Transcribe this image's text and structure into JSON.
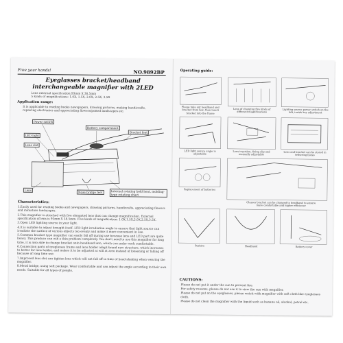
{
  "left_page": {
    "tagline": "Free your hands!",
    "model": "NO.9892BP",
    "title_line1": "Eyeglasses bracket/headband",
    "title_line2": "interchangeable magnifier with 2LED",
    "spec_line1": "Lens external specification:93mm X 38.5mm",
    "spec_line2": "5 kinds of magnifications: 1.0X, 1.5X, 2.0X, 2.5X, 3.5X",
    "application_heading": "Application range:",
    "application_text": "It is applicable to reading books newspapers, drawing pictures, making handicrafts, repairing electronics and appreciating flowers/potted landscapes etc.",
    "labels": {
      "power_switch": "Power switch",
      "led_light": "LED light",
      "lens_slot": "Lens slot",
      "lens": "Lens",
      "battery_compartment": "Battery compartment",
      "bracket_leg": "Bracket feet",
      "nose_bridge": "Nose bridge feet",
      "internal_rotating": "Internal rotating bold heat, molding-type rotating chart"
    },
    "characteristics_heading": "Characteristics:",
    "characteristics": [
      "1.Easily used for reading books and newspapers, drawing pictures, handicrafts, appreciating flowers and miniature landscapes.",
      "2.This magnifier is attached with five elongated lens that can change magnification. External specification of lens is 93mm X 38.5mm. Five kinds of magnification: 1.0X,1.5X,2.0X,2.5X,3.5X.",
      "3.Open LED lighting source in your light.",
      "4.It is suitable to adjust brought itself. LED light irradiation angle to ensure that light source can irradiate the surface of various objects too evenly and make it more convenient in use.",
      "5.Common bracket type magnifier can easily fall off during use because lens and LED part are quite heavy. This produce can wih a thin problem completely. You don't need to use this magnifier for long time, it is also able to change bracket onto headband into, which can make work comfortable.",
      "6.Connection parts of eyeglasses frame and lens holder adopt brand new structure, which increases to better for lens holder, and makes it to be adjusted at will at zero instead of loosening or falling off because of long time use.",
      "7.Improved lens slot can tighten lens which will not fall off in time of head-shaking when wearing the magnifier.",
      "8.Metal bridge, using soft package. Wear comfortable and can adjust the angle according to their own needs. Suitable for all types of people."
    ]
  },
  "right_page": {
    "guide_heading": "Operating guide:",
    "captions": {
      "c1": "Please take out headband and bracket from box, then insert bracket into the frame",
      "c2": "Lens of changing five kinds of different magnifications",
      "c3": "Lighting source power switch on the left, inside key adjustment",
      "c4": "LED light source angle is adjustable",
      "c5": "Lens insertion, fixing clip and manually adjustable",
      "c6": "Lens and bracket can be stored in tethering boxes",
      "c7": "Replacement of batteries",
      "c8": "Glasses bracket can be changed to headband to ensure more comfortable and higher efficiency"
    },
    "box_labels": {
      "positive": "Positive",
      "headband": "Headband",
      "battery_cover": "Battery cover"
    },
    "cautions_heading": "CAUTIONS:",
    "cautions": [
      "Please do not put it under the sun to prevent fire.",
      "For safety reasons, please do not use it to view the sun with magnifier.",
      "Please do not put on the eyeglasses, please watch with magnifier with soft cloth like eyeglasses cloth.",
      "Please do not clean the magnifier with the liquid such as banana oil, alcohol, petrol etc."
    ]
  }
}
